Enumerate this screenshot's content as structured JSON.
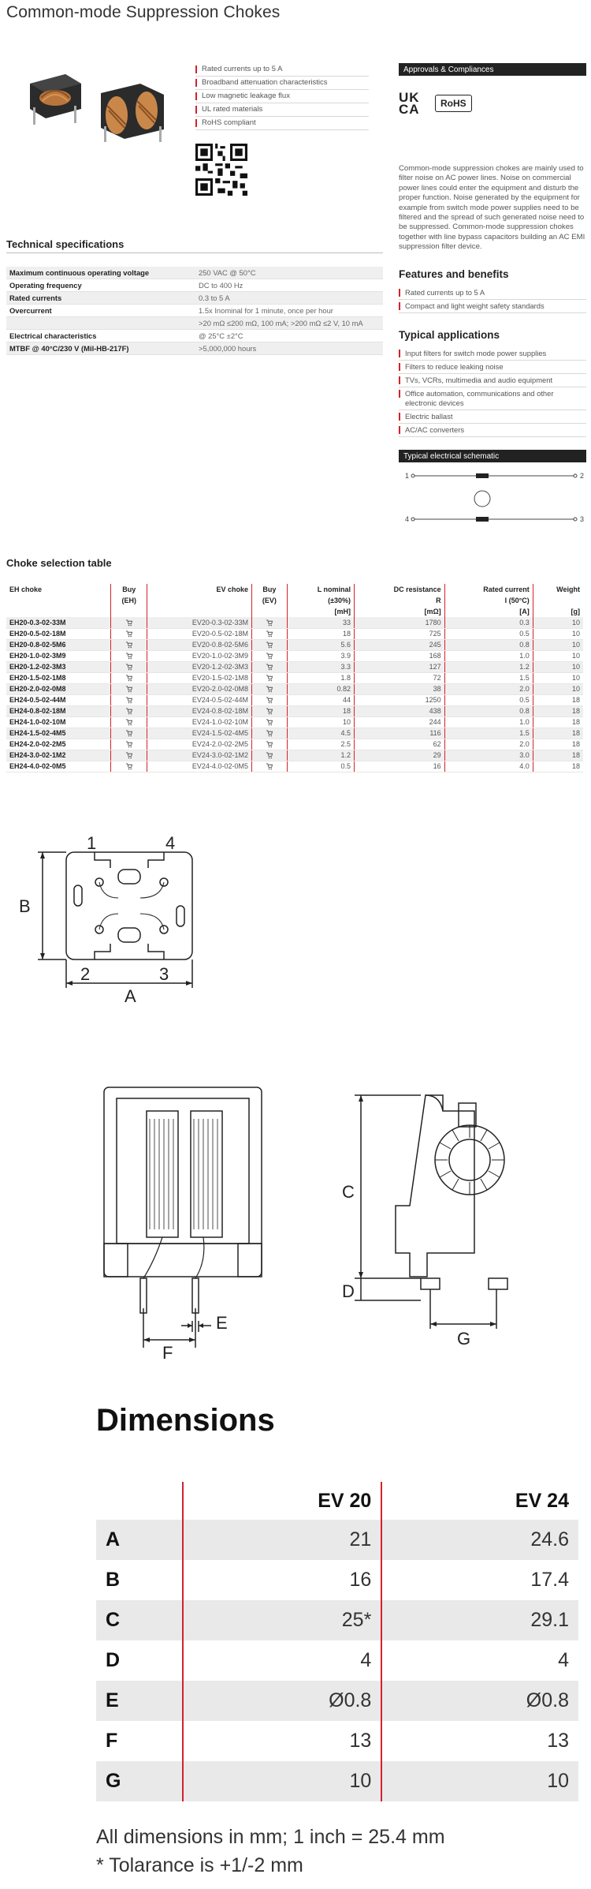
{
  "page_title": "Common-mode Suppression Chokes",
  "top_features": [
    "Rated currents up to 5 A",
    "Broadband attenuation characteristics",
    "Low magnetic leakage flux",
    "UL rated materials",
    "RoHS compliant"
  ],
  "approvals": {
    "header": "Approvals & Compliances",
    "ukca_top": "UK",
    "ukca_bottom": "CA",
    "rohs": "RoHS"
  },
  "description": "Common-mode suppression chokes are mainly used to filter noise on AC power lines. Noise on commercial power lines could enter the equipment and disturb the proper function. Noise generated by the equipment for example from switch mode power supplies need to be filtered and the spread of such generated noise need to be suppressed. Common-mode suppression chokes together with line bypass capacitors building an AC EMI suppression filter device.",
  "features_benefits": {
    "title": "Features and benefits",
    "items": [
      "Rated currents up to 5 A",
      "Compact and light weight safety standards"
    ]
  },
  "typical_applications": {
    "title": "Typical applications",
    "items": [
      "Input filters for switch mode power supplies",
      "Filters to reduce leaking noise",
      "TVs, VCRs, multimedia and audio equipment",
      "Office automation, communications and other electronic devices",
      "Electric ballast",
      "AC/AC converters"
    ]
  },
  "schematic": {
    "title": "Typical electrical schematic",
    "pin1": "1",
    "pin2": "2",
    "pin3": "3",
    "pin4": "4"
  },
  "tech_spec": {
    "title": "Technical specifications",
    "rows": [
      {
        "k": "Maximum continuous operating voltage",
        "v": "250 VAC @ 50°C"
      },
      {
        "k": "Operating frequency",
        "v": "DC to 400 Hz"
      },
      {
        "k": "Rated currents",
        "v": "0.3 to 5 A"
      },
      {
        "k": "Overcurrent",
        "v": "1.5x Inominal for 1 minute, once per hour"
      },
      {
        "k": "",
        "v": ">20 mΩ ≤200 mΩ, 100 mA; >200 mΩ ≤2 V, 10 mA"
      },
      {
        "k": "Electrical characteristics",
        "v": "@ 25°C ±2°C"
      },
      {
        "k": "MTBF @ 40°C/230 V (Mil-HB-217F)",
        "v": ">5,000,000 hours"
      }
    ]
  },
  "choke_table": {
    "title": "Choke selection table",
    "headers": {
      "eh_choke": "EH choke",
      "buy": "Buy",
      "buy_eh": "(EH)",
      "ev_choke": "EV choke",
      "buy_ev": "(EV)",
      "l_nominal": "L nominal",
      "l_tol": "(±30%)",
      "l_unit": "[mH]",
      "dc_res": "DC resistance",
      "dc_r": "R",
      "dc_unit": "[mΩ]",
      "rated_current": "Rated current",
      "rc_sub": "I (50°C)",
      "rc_unit": "[A]",
      "weight": "Weight",
      "w_unit": "[g]"
    },
    "rows": [
      {
        "eh": "EH20-0.3-02-33M",
        "ev": "EV20-0.3-02-33M",
        "l": "33",
        "r": "1780",
        "i": "0.3",
        "w": "10"
      },
      {
        "eh": "EH20-0.5-02-18M",
        "ev": "EV20-0.5-02-18M",
        "l": "18",
        "r": "725",
        "i": "0.5",
        "w": "10"
      },
      {
        "eh": "EH20-0.8-02-5M6",
        "ev": "EV20-0.8-02-5M6",
        "l": "5.6",
        "r": "245",
        "i": "0.8",
        "w": "10"
      },
      {
        "eh": "EH20-1.0-02-3M9",
        "ev": "EV20-1.0-02-3M9",
        "l": "3.9",
        "r": "168",
        "i": "1.0",
        "w": "10"
      },
      {
        "eh": "EH20-1.2-02-3M3",
        "ev": "EV20-1.2-02-3M3",
        "l": "3.3",
        "r": "127",
        "i": "1.2",
        "w": "10"
      },
      {
        "eh": "EH20-1.5-02-1M8",
        "ev": "EV20-1.5-02-1M8",
        "l": "1.8",
        "r": "72",
        "i": "1.5",
        "w": "10"
      },
      {
        "eh": "EH20-2.0-02-0M8",
        "ev": "EV20-2.0-02-0M8",
        "l": "0.82",
        "r": "38",
        "i": "2.0",
        "w": "10"
      },
      {
        "eh": "EH24-0.5-02-44M",
        "ev": "EV24-0.5-02-44M",
        "l": "44",
        "r": "1250",
        "i": "0.5",
        "w": "18"
      },
      {
        "eh": "EH24-0.8-02-18M",
        "ev": "EV24-0.8-02-18M",
        "l": "18",
        "r": "438",
        "i": "0.8",
        "w": "18"
      },
      {
        "eh": "EH24-1.0-02-10M",
        "ev": "EV24-1.0-02-10M",
        "l": "10",
        "r": "244",
        "i": "1.0",
        "w": "18"
      },
      {
        "eh": "EH24-1.5-02-4M5",
        "ev": "EV24-1.5-02-4M5",
        "l": "4.5",
        "r": "116",
        "i": "1.5",
        "w": "18"
      },
      {
        "eh": "EH24-2.0-02-2M5",
        "ev": "EV24-2.0-02-2M5",
        "l": "2.5",
        "r": "62",
        "i": "2.0",
        "w": "18"
      },
      {
        "eh": "EH24-3.0-02-1M2",
        "ev": "EV24-3.0-02-1M2",
        "l": "1.2",
        "r": "29",
        "i": "3.0",
        "w": "18"
      },
      {
        "eh": "EH24-4.0-02-0M5",
        "ev": "EV24-4.0-02-0M5",
        "l": "0.5",
        "r": "16",
        "i": "4.0",
        "w": "18"
      }
    ]
  },
  "drawing_labels": {
    "p1": "1",
    "p2": "2",
    "p3": "3",
    "p4": "4",
    "A": "A",
    "B": "B",
    "C": "C",
    "D": "D",
    "E": "E",
    "F": "F",
    "G": "G"
  },
  "dimensions": {
    "title": "Dimensions",
    "col_ev20": "EV 20",
    "col_ev24": "EV 24",
    "rows": [
      {
        "k": "A",
        "ev20": "21",
        "ev24": "24.6"
      },
      {
        "k": "B",
        "ev20": "16",
        "ev24": "17.4"
      },
      {
        "k": "C",
        "ev20": "25*",
        "ev24": "29.1"
      },
      {
        "k": "D",
        "ev20": "4",
        "ev24": "4"
      },
      {
        "k": "E",
        "ev20": "Ø0.8",
        "ev24": "Ø0.8"
      },
      {
        "k": "F",
        "ev20": "13",
        "ev24": "13"
      },
      {
        "k": "G",
        "ev20": "10",
        "ev24": "10"
      }
    ],
    "note1": "All dimensions in mm; 1 inch = 25.4 mm",
    "note2": "* Tolarance is +1/-2 mm"
  },
  "colors": {
    "accent": "#d2232a",
    "dark_bar": "#222222",
    "row_shade": "#efefef"
  }
}
